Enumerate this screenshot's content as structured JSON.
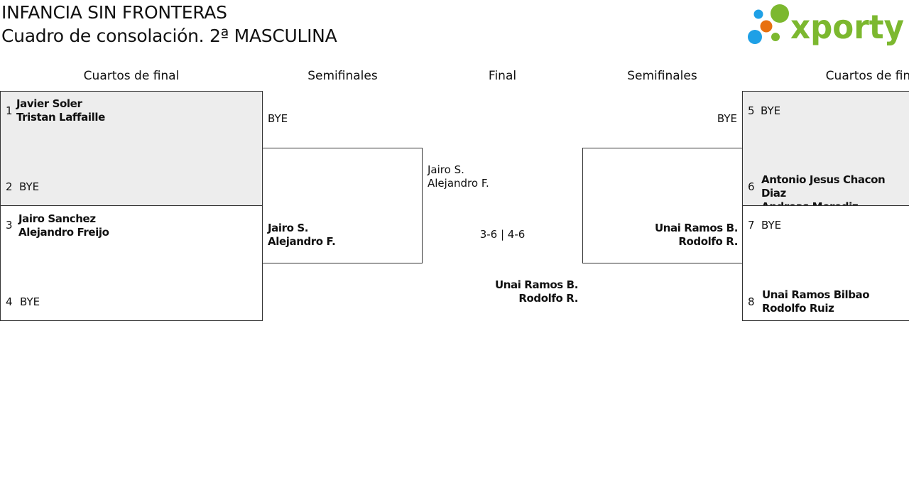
{
  "header": {
    "title_line1": "INFANCIA SIN FRONTERAS",
    "title_line2": "Cuadro de consolación. 2ª MASCULINA"
  },
  "logo": {
    "text": "xporty",
    "dot_colors": [
      "#1ea0e6",
      "#7cb82f",
      "#e8700f"
    ],
    "text_color": "#7cb82f"
  },
  "rounds": {
    "left_quarters": "Cuartos de final",
    "left_semis": "Semifinales",
    "final": "Final",
    "right_semis": "Semifinales",
    "right_quarters": "Cuartos de final"
  },
  "quarters_left": [
    {
      "seed": "1",
      "line1": "Javier Soler",
      "line2": "Tristan Laffaille"
    },
    {
      "seed": "2",
      "line1": "BYE"
    },
    {
      "seed": "3",
      "line1": "Jairo Sanchez",
      "line2": "Alejandro Freijo"
    },
    {
      "seed": "4",
      "line1": "BYE"
    }
  ],
  "quarters_right": [
    {
      "seed": "5",
      "line1": "BYE"
    },
    {
      "seed": "6",
      "line1": "Antonio Jesus Chacon Diaz",
      "line2": "Andreas Merediz"
    },
    {
      "seed": "7",
      "line1": "BYE"
    },
    {
      "seed": "8",
      "line1": "Unai Ramos Bilbao",
      "line2": "Rodolfo Ruiz"
    }
  ],
  "semis_left": {
    "top": "BYE",
    "bottom_line1": "Jairo S.",
    "bottom_line2": "Alejandro F."
  },
  "semis_right": {
    "top": "BYE",
    "bottom_line1": "Unai Ramos B.",
    "bottom_line2": "Rodolfo R."
  },
  "final": {
    "top_line1": "Jairo S.",
    "top_line2": "Alejandro F.",
    "score": "3-6 | 4-6",
    "bottom_line1": "Unai Ramos B.",
    "bottom_line2": "Rodolfo R."
  }
}
